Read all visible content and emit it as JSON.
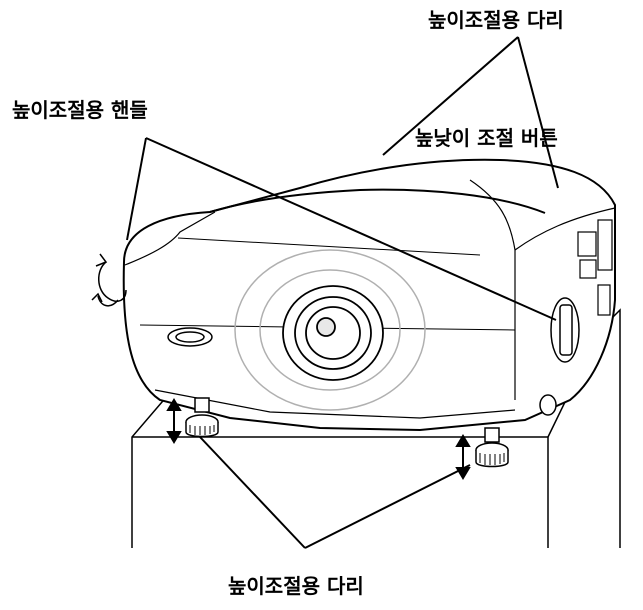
{
  "labels": {
    "height_legs_top": "높이조절용 다리",
    "height_handle": "높이조절용 핸들",
    "height_button": "높낮이 조절 버튼",
    "height_legs_bottom": "높이조절용 다리"
  },
  "colors": {
    "line": "#000000",
    "lens_gray": "#b0b0b0",
    "background": "#ffffff"
  }
}
